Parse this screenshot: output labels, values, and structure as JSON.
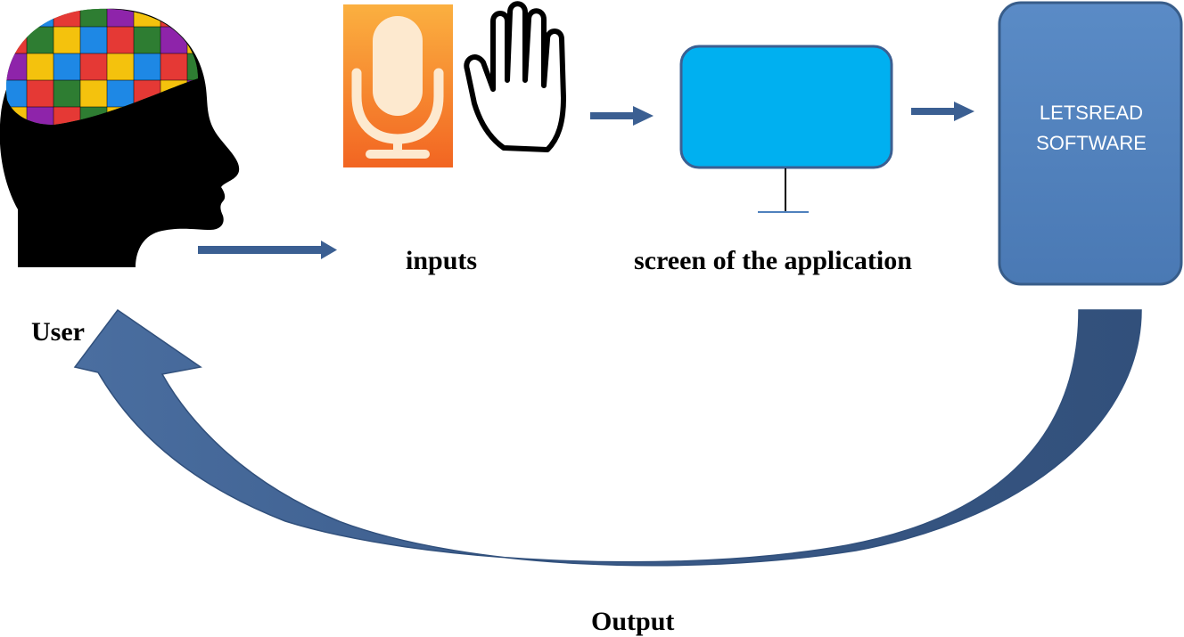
{
  "labels": {
    "user": "User",
    "inputs": "inputs",
    "screen": "screen of the application",
    "output": "Output"
  },
  "software": {
    "line1": "LETSREAD",
    "line2": "SOFTWARE"
  },
  "icons": {
    "user": "head-silhouette-puzzle-brain-icon",
    "microphone": "microphone-icon",
    "hand": "hand-icon",
    "monitor": "monitor-icon"
  },
  "colors": {
    "arrow": "#3b5f92",
    "software_box": "#4f81bd",
    "software_border": "#385d8a",
    "monitor_screen": "#00b0f0",
    "mic_background": "#f7931e",
    "head": "#000000"
  }
}
